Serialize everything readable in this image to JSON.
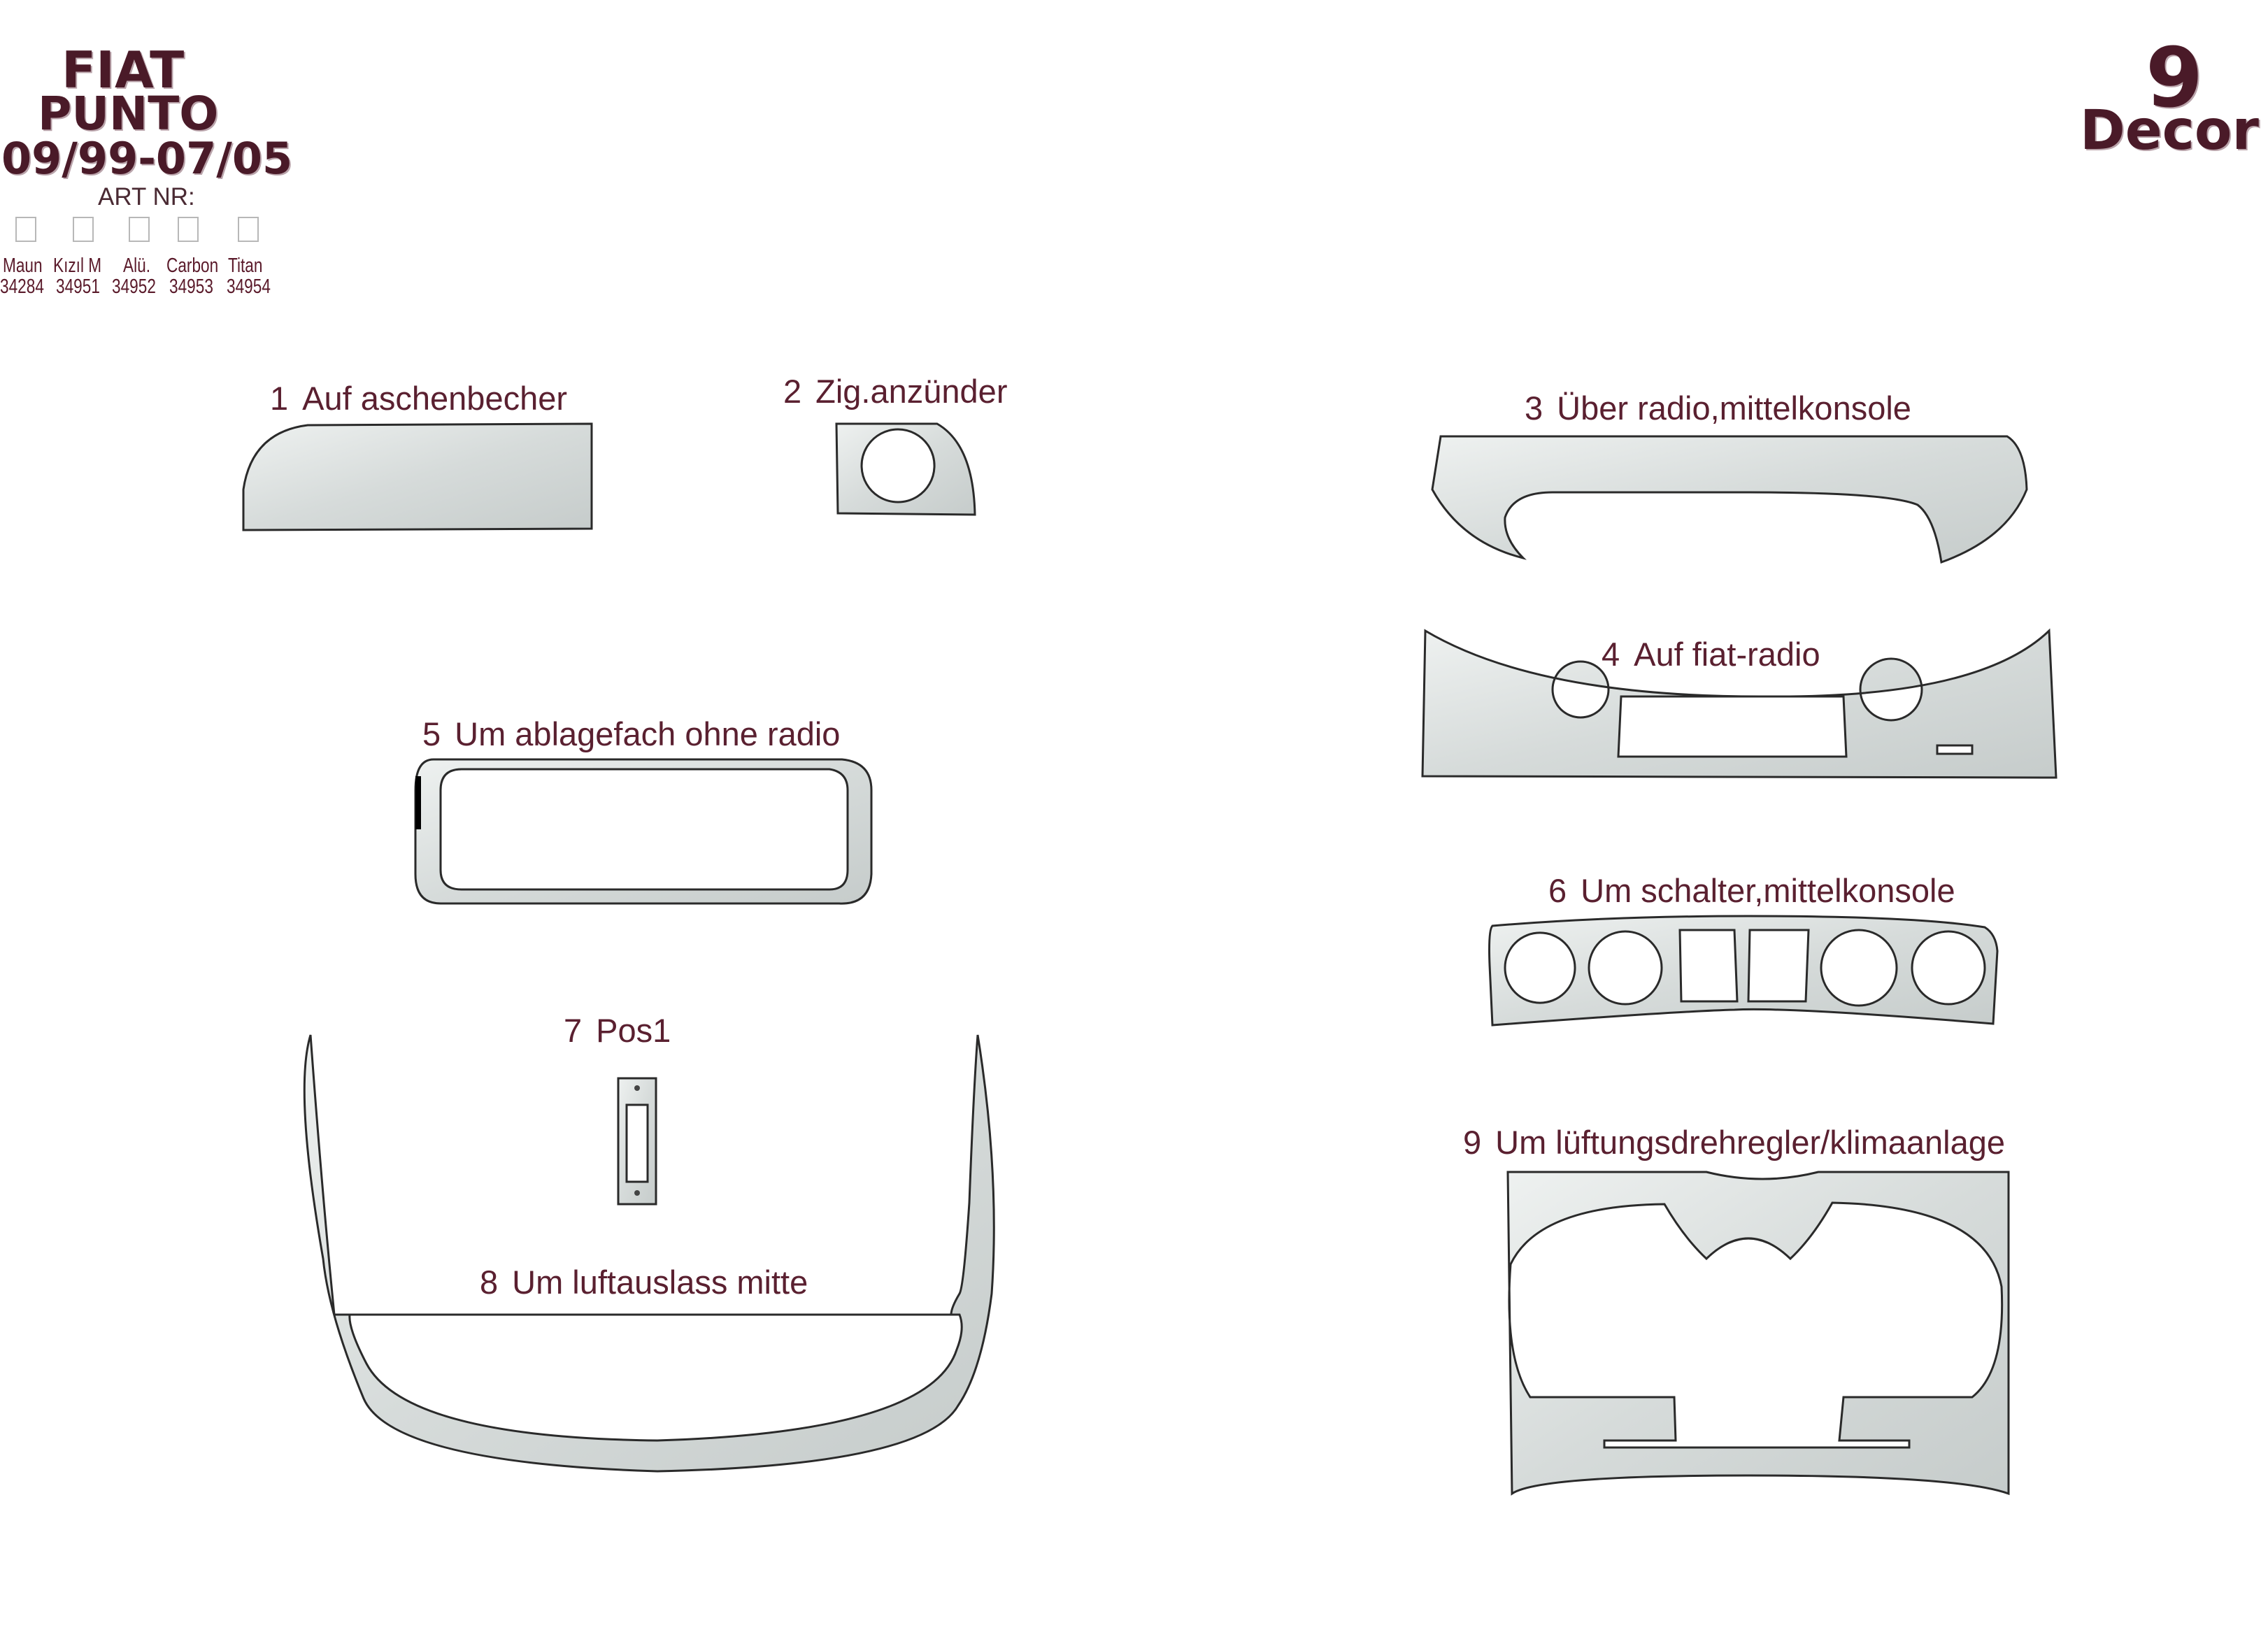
{
  "header": {
    "make": "FIAT",
    "model": "PUNTO",
    "years": "09/99-07/05",
    "art_nr_label": "ART NR:",
    "materials": [
      {
        "name": "Maun",
        "code": "34284"
      },
      {
        "name": "Kızıl M",
        "code": "34951"
      },
      {
        "name": "Alü.",
        "code": "34952"
      },
      {
        "name": "Carbon",
        "code": "34953"
      },
      {
        "name": "Titan",
        "code": "34954"
      }
    ]
  },
  "brand": {
    "count": "9",
    "word": "Decor"
  },
  "parts": [
    {
      "num": "1",
      "label": "Auf aschenbecher"
    },
    {
      "num": "2",
      "label": "Zig.anzünder"
    },
    {
      "num": "3",
      "label": "Über radio,mittelkonsole"
    },
    {
      "num": "4",
      "label": "Auf fiat-radio"
    },
    {
      "num": "5",
      "label": "Um ablagefach ohne radio"
    },
    {
      "num": "6",
      "label": "Um schalter,mittelkonsole"
    },
    {
      "num": "7",
      "label": "Pos1"
    },
    {
      "num": "8",
      "label": "Um luftauslass mitte"
    },
    {
      "num": "9",
      "label": "Um lüftungsdrehregler/klimaanlage"
    }
  ],
  "colors": {
    "accent": "#4a1a28",
    "label_text": "#5a2030",
    "part_fill": "#d9dedd"
  }
}
